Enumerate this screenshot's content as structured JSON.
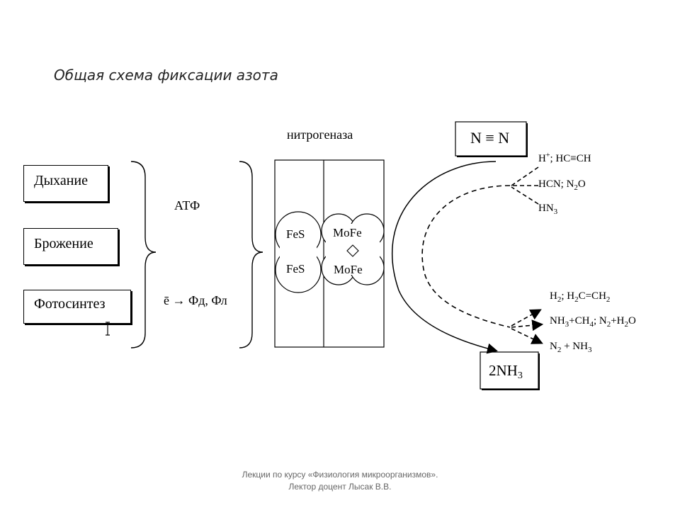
{
  "slide": {
    "title": "Общая схема фиксации азота",
    "footer": "Лекции по курсу «Физиология микроорганизмов». Лектор доцент Лысак В.В."
  },
  "sources": [
    {
      "label": "Дыхание"
    },
    {
      "label": "Брожение"
    },
    {
      "label": "Фотосинтез"
    }
  ],
  "middle": {
    "atp": "АТФ",
    "electron_flow": "ē → Фд, Фл"
  },
  "enzyme": {
    "name": "нитрогеназа",
    "fe_protein_top": "FeS",
    "fe_protein_bottom": "FeS",
    "mofe_protein_top": "MoFe",
    "mofe_protein_bottom": "MoFe"
  },
  "substrates": {
    "dinitrogen": "N ≡ N",
    "ammonia": "2NH3"
  },
  "alternative_substrates": [
    "H+; HC≡CH",
    "HCN; N2O",
    "HN3"
  ],
  "products": [
    "H2; H2C=CH2",
    "NH3+CH4; N2+H2O",
    "N2 + NH3"
  ]
}
